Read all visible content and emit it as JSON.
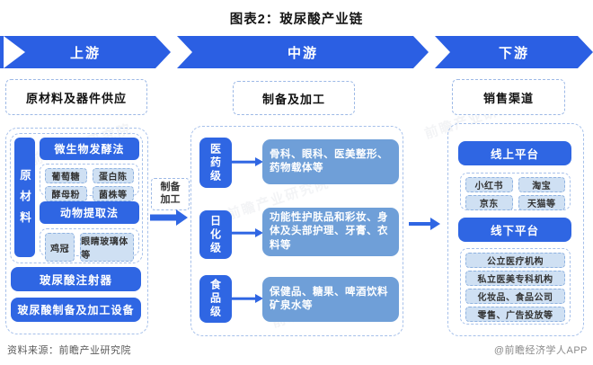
{
  "title": "图表2：玻尿酸产业链",
  "banner": {
    "upstream": "上游",
    "midstream": "中游",
    "downstream": "下游"
  },
  "upstream": {
    "header": "原材料及器件供应",
    "side_label": "原材料",
    "fermentation": {
      "label": "微生物发酵法",
      "items": [
        "葡萄糖",
        "蛋白陈",
        "酵母粉",
        "菌株等"
      ]
    },
    "extraction": {
      "label": "动物提取法",
      "items": [
        "鸡冠",
        "眼睛玻璃体等"
      ]
    },
    "device1": "玻尿酸注射器",
    "device2": "玻尿酸制备及加工设备"
  },
  "connector": {
    "line1": "制备",
    "line2": "加工"
  },
  "midstream": {
    "header": "制备及加工",
    "rows": [
      {
        "level": "医药级",
        "desc": "骨科、眼科、医美整形、药物载体等"
      },
      {
        "level": "日化级",
        "desc": "功能性护肤品和彩妆、身体及头部护理、牙膏、衣料等"
      },
      {
        "level": "食品级",
        "desc": "保健品、糖果、啤酒饮料矿泉水等"
      }
    ]
  },
  "downstream": {
    "header": "销售渠道",
    "online": {
      "label": "线上平台",
      "items": [
        "小红书",
        "淘宝",
        "京东",
        "天猫等"
      ]
    },
    "offline": {
      "label": "线下平台",
      "items": [
        "公立医疗机构",
        "私立医美专科机构",
        "化妆品、食品公司",
        "零售、广告投放等"
      ]
    }
  },
  "footer": {
    "source": "资料来源：前瞻产业研究院",
    "credit": "@前瞻经济学人APP"
  },
  "watermark": "前瞻产业研究院",
  "colors": {
    "primary_blue": "#2f66e3",
    "muted_blue": "#6f9fd8",
    "light_blue": "#cfe0f3"
  }
}
